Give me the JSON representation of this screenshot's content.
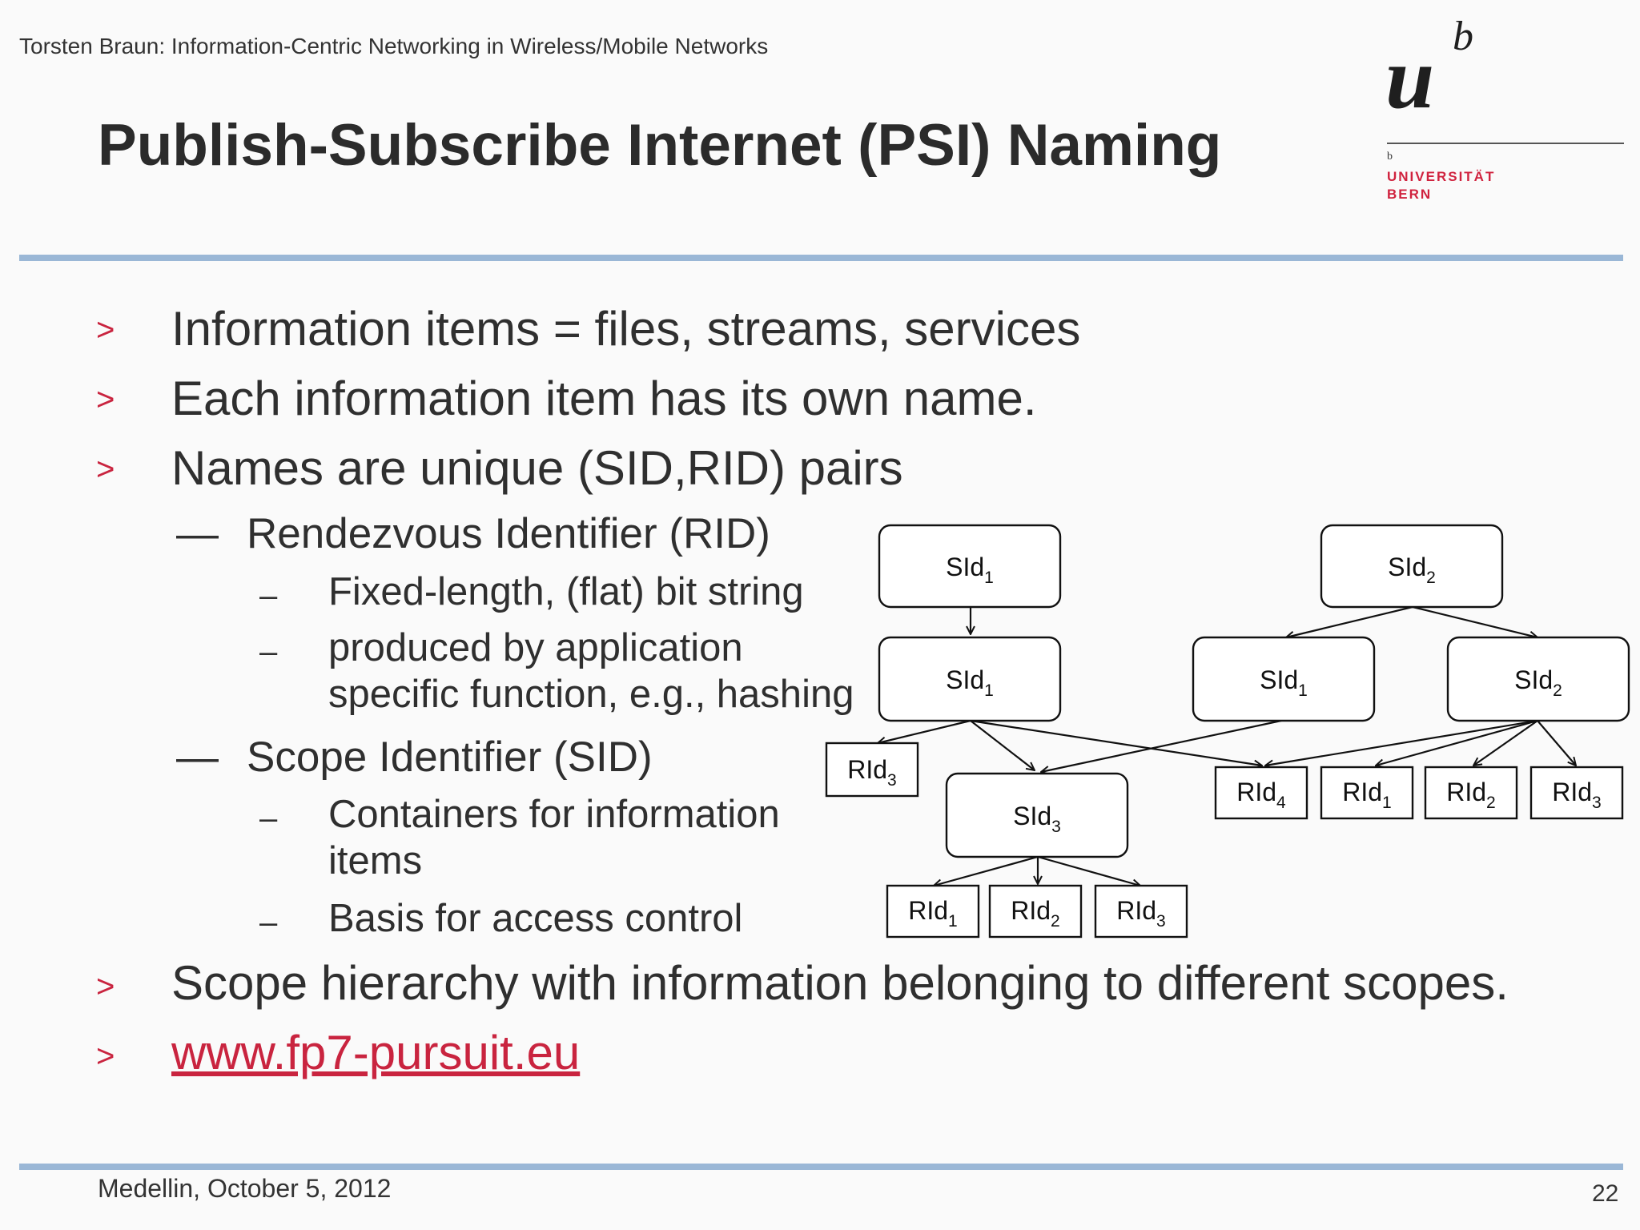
{
  "header": {
    "top_text": "Torsten Braun: Information-Centric Networking in Wireless/Mobile Networks",
    "title": "Publish-Subscribe Internet (PSI) Naming"
  },
  "logo": {
    "mark_u": "u",
    "mark_b": "b",
    "small_b": "b",
    "line1": "UNIVERSITÄT",
    "line2": "BERN"
  },
  "bullets": {
    "marker": ">",
    "dash": "—",
    "subdash": "–",
    "b1": "Information items = files, streams, services",
    "b2": "Each information item has its own name.",
    "b3": "Names are unique (SID,RID) pairs",
    "rid_heading": "Rendezvous Identifier (RID)",
    "rid_sub1": "Fixed-length, (flat) bit string",
    "rid_sub2_line1": "produced by application",
    "rid_sub2_line2": "specific function, e.g., hashing",
    "sid_heading": "Scope Identifier (SID)",
    "sid_sub1_line1": "Containers for information",
    "sid_sub1_line2": "items",
    "sid_sub2": "Basis for access control",
    "b4": "Scope hierarchy with information belonging to different scopes.",
    "b5_link": "www.fp7-pursuit.eu"
  },
  "diagram": {
    "sid_prefix": "SId",
    "rid_prefix": "RId",
    "nodes": {
      "sid1_top": "1",
      "sid2_top": "2",
      "sid1_mid_left": "1",
      "sid1_mid_right": "1",
      "sid2_mid_right": "2",
      "sid3": "3",
      "rid3_left": "3",
      "rid4_right": "4",
      "rid1_right": "1",
      "rid2_right": "2",
      "rid3_right": "3",
      "rid1_bottom": "1",
      "rid2_bottom": "2",
      "rid3_bottom": "3"
    }
  },
  "footer": {
    "place_date": "Medellin, October 5, 2012",
    "page_number": "22"
  }
}
